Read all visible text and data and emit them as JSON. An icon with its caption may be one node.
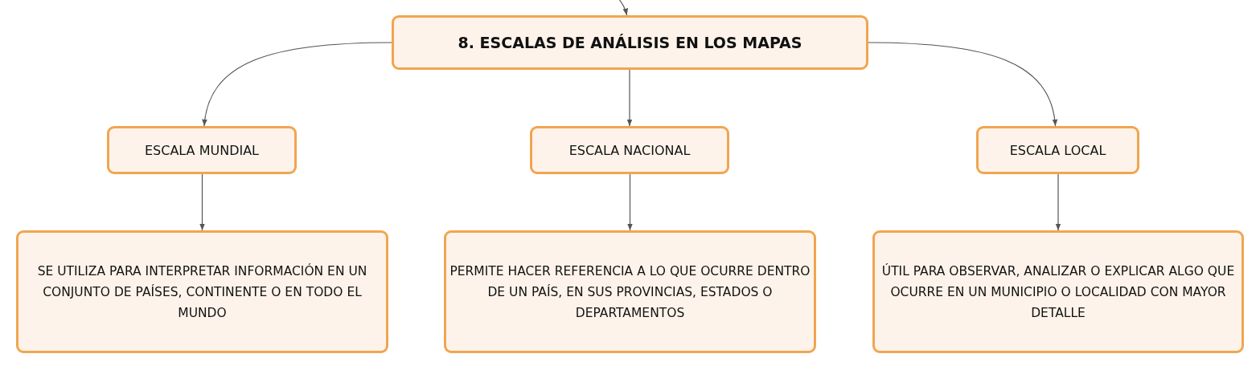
{
  "diagram": {
    "nodes": [
      {
        "text": [
          "8. ESCALAS DE ANÁLISIS EN LOS MAPAS"
        ]
      },
      {
        "text": [
          "ESCALA MUNDIAL"
        ]
      },
      {
        "text": [
          "ESCALA NACIONAL"
        ]
      },
      {
        "text": [
          "ESCALA LOCAL"
        ]
      },
      {
        "text": [
          "SE UTILIZA PARA INTERPRETAR INFORMACIÓN EN UN CONJUNTO DE PAÍSES, CONTINENTE O EN TODO EL MUNDO"
        ]
      },
      {
        "text": [
          "PERMITE HACER REFERENCIA A LO QUE OCURRE DENTRO DE UN PAÍS, EN SUS PROVINCIAS, ESTADOS O DEPARTAMENTOS"
        ]
      },
      {
        "text": [
          "ÚTIL PARA OBSERVAR, ANALIZAR O EXPLICAR ALGO QUE OCURRE EN UN MUNICIPIO O LOCALIDAD CON MAYOR DETALLE"
        ]
      }
    ],
    "edges": [
      {
        "from": null,
        "to": 0,
        "arrow": "to"
      },
      {
        "from": 0,
        "to": 1,
        "arrow": "to"
      },
      {
        "from": 0,
        "to": 2,
        "arrow": "to"
      },
      {
        "from": 0,
        "to": 3,
        "arrow": "to"
      },
      {
        "from": 1,
        "to": 4,
        "arrow": "to"
      },
      {
        "from": 2,
        "to": 5,
        "arrow": "to"
      },
      {
        "from": 3,
        "to": 6,
        "arrow": "to"
      }
    ]
  }
}
